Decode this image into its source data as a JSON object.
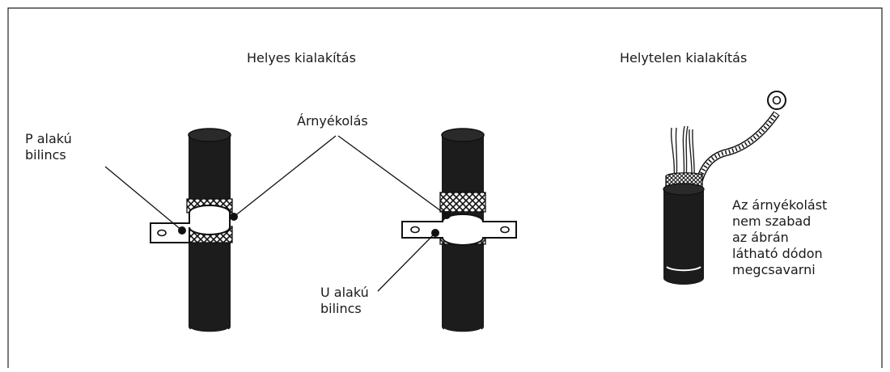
{
  "headings": {
    "correct": "Helyes kialakítás",
    "incorrect": "Helytelen kialakítás"
  },
  "labels": {
    "p_clamp": [
      "P alakú",
      "bilincs"
    ],
    "shield": "Árnyékolás",
    "u_clamp": [
      "U alakú",
      "bilincs"
    ],
    "warning": [
      "Az árnyékolást",
      "nem szabad",
      "az ábrán",
      "látható dódon",
      "megcsavarni"
    ]
  }
}
